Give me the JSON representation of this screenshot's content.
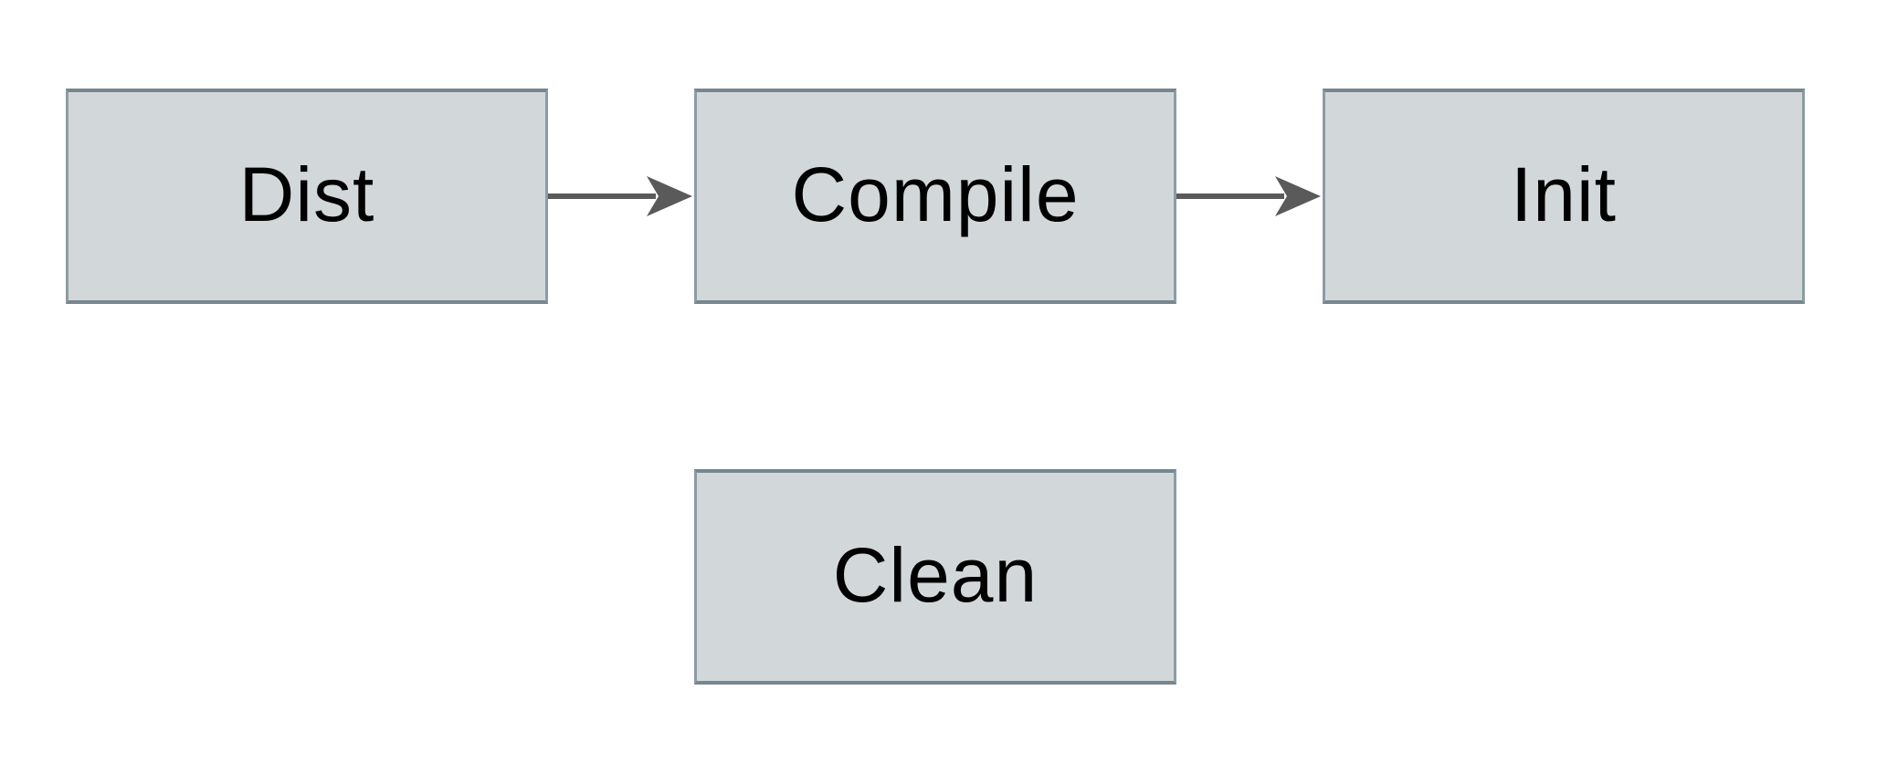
{
  "theme": {
    "background": "#ffffff",
    "node-fill": "#d2d8da",
    "node-border": "#8d9ca4",
    "node-border-strong": "#76878f",
    "arrow": "#5a5a5a",
    "text": "#000000"
  },
  "diagram": {
    "type": "flowchart",
    "direction": "left-to-right",
    "nodes": [
      {
        "id": "dist",
        "label": "Dist"
      },
      {
        "id": "compile",
        "label": "Compile"
      },
      {
        "id": "init",
        "label": "Init"
      },
      {
        "id": "clean",
        "label": "Clean"
      }
    ],
    "edges": [
      {
        "from": "dist",
        "to": "compile"
      },
      {
        "from": "compile",
        "to": "init"
      }
    ]
  }
}
